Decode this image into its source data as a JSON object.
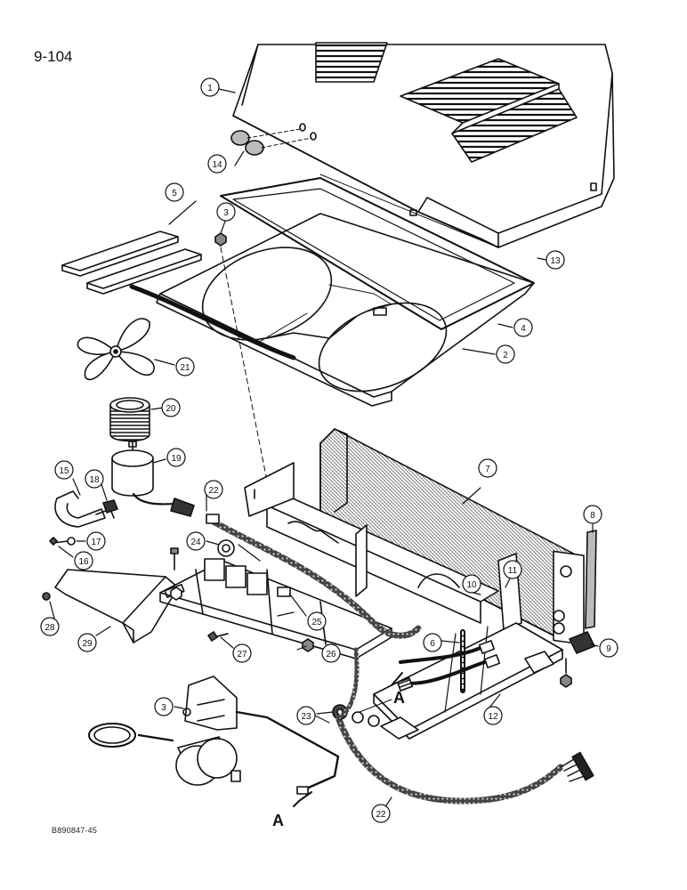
{
  "page_number": "9-104",
  "figure_code": "B890847-45",
  "callouts": [
    {
      "id": "1",
      "label": "1"
    },
    {
      "id": "2",
      "label": "2"
    },
    {
      "id": "3a",
      "label": "3"
    },
    {
      "id": "3b",
      "label": "3"
    },
    {
      "id": "4",
      "label": "4"
    },
    {
      "id": "5",
      "label": "5"
    },
    {
      "id": "6",
      "label": "6"
    },
    {
      "id": "7",
      "label": "7"
    },
    {
      "id": "8",
      "label": "8"
    },
    {
      "id": "9",
      "label": "9"
    },
    {
      "id": "10",
      "label": "10"
    },
    {
      "id": "11",
      "label": "11"
    },
    {
      "id": "12",
      "label": "12"
    },
    {
      "id": "13",
      "label": "13"
    },
    {
      "id": "14",
      "label": "14"
    },
    {
      "id": "15",
      "label": "15"
    },
    {
      "id": "16",
      "label": "16"
    },
    {
      "id": "17",
      "label": "17"
    },
    {
      "id": "18",
      "label": "18"
    },
    {
      "id": "19",
      "label": "19"
    },
    {
      "id": "20",
      "label": "20"
    },
    {
      "id": "21",
      "label": "21"
    },
    {
      "id": "22a",
      "label": "22"
    },
    {
      "id": "22b",
      "label": "22"
    },
    {
      "id": "23",
      "label": "23"
    },
    {
      "id": "24",
      "label": "24"
    },
    {
      "id": "25",
      "label": "25"
    },
    {
      "id": "26",
      "label": "26"
    },
    {
      "id": "27",
      "label": "27"
    },
    {
      "id": "28",
      "label": "28"
    },
    {
      "id": "29",
      "label": "29"
    }
  ],
  "connection_markers": [
    {
      "id": "A1",
      "label": "A"
    },
    {
      "id": "A2",
      "label": "A"
    }
  ]
}
